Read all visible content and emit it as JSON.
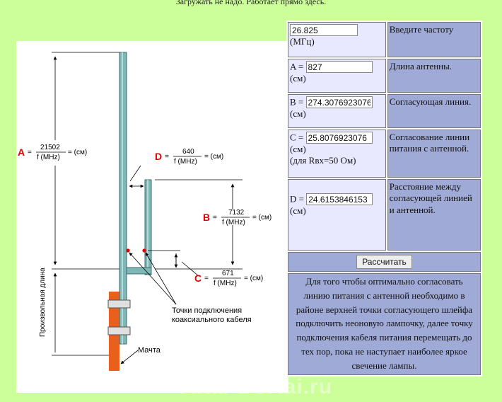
{
  "page": {
    "top_note": "Загружать не надо. Работает прямо здесь.",
    "watermark": "Altai-Bortai.ru"
  },
  "colors": {
    "page_bg": "#ccff99",
    "table_left_bg": "#e8e8ff",
    "table_right_bg": "#9faad6",
    "pipe": "#7fb7b7",
    "mast": "#e8601c",
    "clamp": "#e0e0e0",
    "label_red": "#e00000"
  },
  "diagram": {
    "formula_a": {
      "letter": "A",
      "eq": "=",
      "num": "21502",
      "den": "f (MHz)",
      "tail": "= (см)"
    },
    "formula_d": {
      "letter": "D",
      "eq": "=",
      "num": "640",
      "den": "f (MHz)",
      "tail": "= (см)"
    },
    "formula_b": {
      "letter": "B",
      "eq": "=",
      "num": "7132",
      "den": "f (MHz)",
      "tail": "= (см)"
    },
    "formula_c": {
      "letter": "C",
      "eq": "=",
      "num": "671",
      "den": "f (MHz)",
      "tail": "= (см)"
    },
    "arbitrary_length": "Произвольная длина",
    "feed_points_line1": "Точки подключения",
    "feed_points_line2": "коаксиального кабеля",
    "mast_label": "Мачта"
  },
  "calculator": {
    "freq": {
      "value": "26.825",
      "unit": "(МГц)",
      "desc": "Введите частоту"
    },
    "a": {
      "label": "A =",
      "value": "827",
      "unit": "(см)",
      "desc": "Длина антенны."
    },
    "b": {
      "label": "B =",
      "value": "274.3076923076",
      "unit": "(см)",
      "desc": "Согласующая линия."
    },
    "c": {
      "label": "C =",
      "value": "25.8076923076",
      "unit": "(см)",
      "note": "(для Rвх=50 Ом)",
      "desc": "Согласование линии питания с антенной."
    },
    "d": {
      "label": "D =",
      "value": "24.6153846153",
      "unit": "(см)",
      "desc": "Расстояние между согласующей линией и антенной."
    },
    "button": "Рассчитать",
    "info": "Для того чтобы оптимально согласовать линию питания с антенной необходимо в районе верхней точки согласующего шлейфа подключить неоновую лампочку, далее точку подключения кабеля питания перемещать до тех пор, пока не наступает наиболее яркое свечение лампы."
  }
}
